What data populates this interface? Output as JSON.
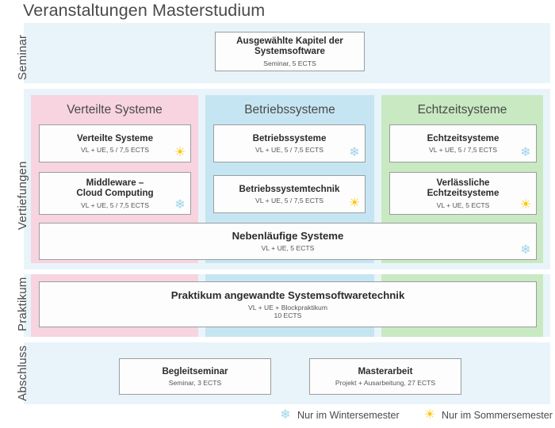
{
  "title": "Veranstaltungen Masterstudium",
  "colors": {
    "band": "#e8f4fa",
    "column_pink": "#f7d4e0",
    "column_blue": "#c6e5f2",
    "column_green": "#c9e9c2",
    "box_border": "#9a9e9e",
    "winter_icon": "#9fd4ea",
    "summer_icon": "#fdc70b"
  },
  "categories": [
    {
      "key": "seminar",
      "label": "Seminar"
    },
    {
      "key": "vertiefungen",
      "label": "Vertiefungen"
    },
    {
      "key": "praktikum",
      "label": "Praktikum"
    },
    {
      "key": "abschluss",
      "label": "Abschluss"
    }
  ],
  "columns": [
    {
      "key": "verteilte",
      "heading": "Verteilte Systeme",
      "color": "#f7d4e0"
    },
    {
      "key": "betriebs",
      "heading": "Betriebssysteme",
      "color": "#c6e5f2"
    },
    {
      "key": "echtzeit",
      "heading": "Echtzeitsysteme",
      "color": "#c9e9c2"
    }
  ],
  "seminar": {
    "course": {
      "title": "Ausgewählte Kapitel der\nSystemsoftware",
      "sub": "Seminar, 5 ECTS",
      "season": null
    }
  },
  "vertiefungen": {
    "verteilte": [
      {
        "title": "Verteilte Systeme",
        "sub": "VL + UE, 5 / 7,5 ECTS",
        "season": "summer"
      },
      {
        "title": "Middleware –\nCloud Computing",
        "sub": "VL + UE, 5 / 7,5 ECTS",
        "season": "winter"
      }
    ],
    "betriebs": [
      {
        "title": "Betriebssysteme",
        "sub": "VL + UE, 5 / 7,5 ECTS",
        "season": "winter"
      },
      {
        "title": "Betriebssystemtechnik",
        "sub": "VL + UE, 5 / 7,5 ECTS",
        "season": "summer"
      }
    ],
    "echtzeit": [
      {
        "title": "Echtzeitsysteme",
        "sub": "VL + UE, 5 / 7,5 ECTS",
        "season": "winter"
      },
      {
        "title": "Verlässliche\nEchtzeitsysteme",
        "sub": "VL + UE, 5 ECTS",
        "season": "summer"
      }
    ],
    "wide": {
      "title": "Nebenläufige Systeme",
      "sub": "VL + UE, 5 ECTS",
      "season": "winter"
    }
  },
  "praktikum": {
    "course": {
      "title": "Praktikum angewandte Systemsoftwaretechnik",
      "sub": "VL + UE + Blockpraktikum\n10 ECTS",
      "season": null
    }
  },
  "abschluss": {
    "courses": [
      {
        "title": "Begleitseminar",
        "sub": "Seminar, 3 ECTS",
        "season": null
      },
      {
        "title": "Masterarbeit",
        "sub": "Projekt + Ausarbeitung, 27 ECTS",
        "season": null
      }
    ]
  },
  "legend": [
    {
      "icon": "snowflake-icon",
      "label": "Nur im Wintersemester"
    },
    {
      "icon": "sun-icon",
      "label": "Nur im Sommersemester"
    }
  ]
}
